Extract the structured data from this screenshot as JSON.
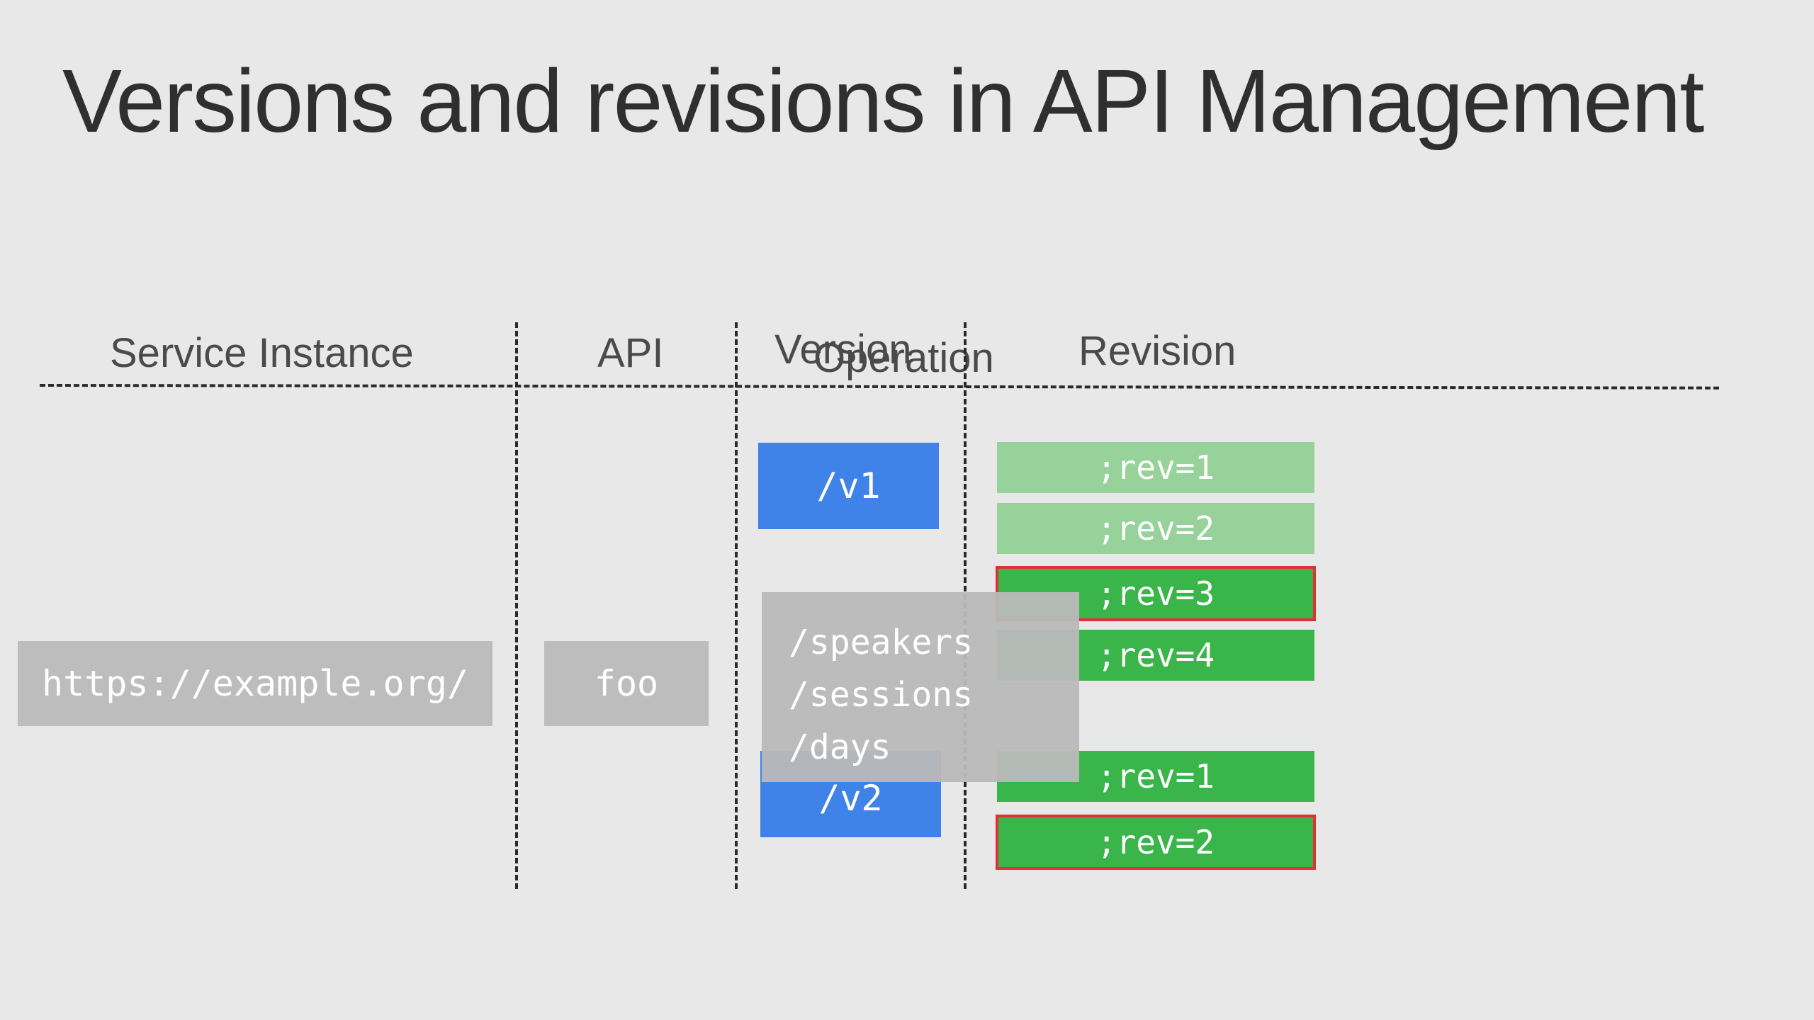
{
  "slide": {
    "title": "Versions and revisions in API Management"
  },
  "headers": {
    "service_instance": "Service Instance",
    "api": "API",
    "version": "Version",
    "operation": "Operation",
    "revision": "Revision"
  },
  "service_instance": {
    "url": "https://example.org/"
  },
  "api": {
    "name": "foo"
  },
  "versions": [
    {
      "label": "/v1",
      "revisions": [
        {
          "label": ";rev=1",
          "state": "inactive"
        },
        {
          "label": ";rev=2",
          "state": "inactive"
        },
        {
          "label": ";rev=3",
          "state": "current"
        },
        {
          "label": ";rev=4",
          "state": "active"
        }
      ]
    },
    {
      "label": "/v2",
      "revisions": [
        {
          "label": ";rev=1",
          "state": "active"
        },
        {
          "label": ";rev=2",
          "state": "current"
        }
      ]
    }
  ],
  "operations": [
    "/speakers",
    "/sessions",
    "/days"
  ],
  "colors": {
    "version_blue": "#3f82e8",
    "revision_inactive": "#97d29a",
    "revision_active": "#39b54a",
    "current_outline": "#e0303a",
    "neutral_box": "#bdbdbd"
  }
}
